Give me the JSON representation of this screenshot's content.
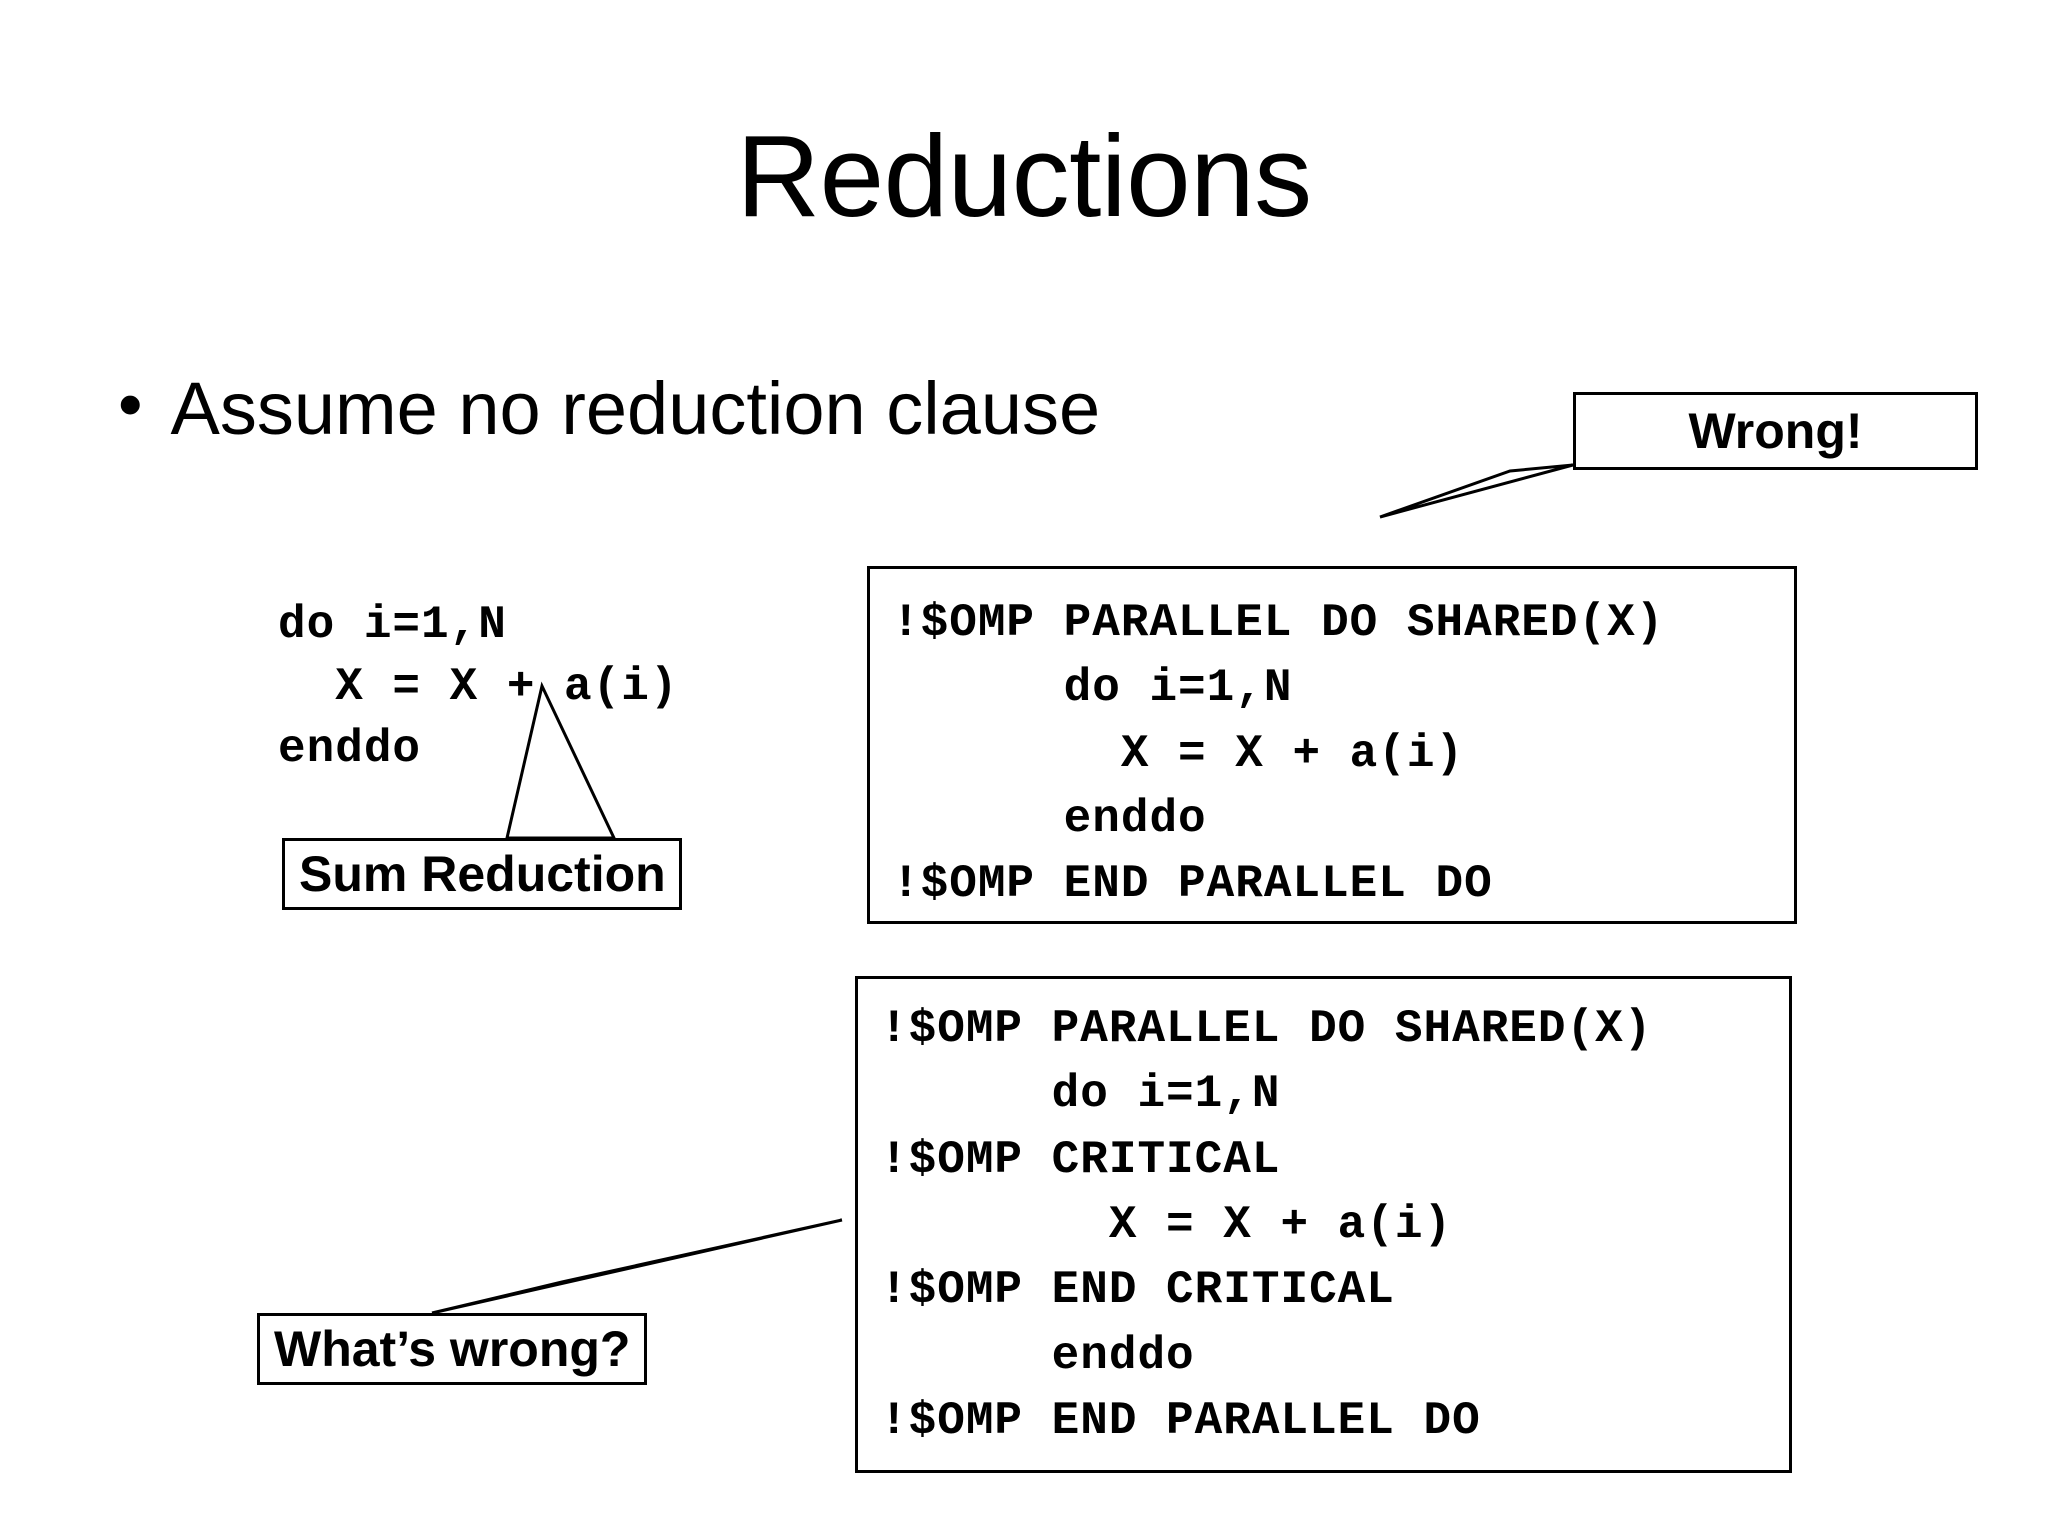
{
  "slide": {
    "title": "Reductions",
    "bullet": {
      "marker": "•",
      "text": "Assume no reduction clause"
    },
    "left_snippet": {
      "name": "sum-reduction-snippet",
      "lines": [
        "do i=1,N",
        "  X = X + a(i)",
        "enddo"
      ],
      "text": "do i=1,N\n  X = X + a(i)\nenddo"
    },
    "code_box_1": {
      "name": "openmp-parallel-do-shared-example",
      "lines": [
        "!$OMP PARALLEL DO SHARED(X)",
        "      do i=1,N",
        "        X = X + a(i)",
        "      enddo",
        "!$OMP END PARALLEL DO"
      ],
      "text": "!$OMP PARALLEL DO SHARED(X)\n      do i=1,N\n        X = X + a(i)\n      enddo\n!$OMP END PARALLEL DO"
    },
    "code_box_2": {
      "name": "openmp-critical-example",
      "lines": [
        "!$OMP PARALLEL DO SHARED(X)",
        "      do i=1,N",
        "!$OMP CRITICAL",
        "        X = X + a(i)",
        "!$OMP END CRITICAL",
        "      enddo",
        "!$OMP END PARALLEL DO"
      ],
      "text": "!$OMP PARALLEL DO SHARED(X)\n      do i=1,N\n!$OMP CRITICAL\n        X = X + a(i)\n!$OMP END CRITICAL\n      enddo\n!$OMP END PARALLEL DO"
    },
    "callouts": {
      "wrong": "Wrong!",
      "sum_reduction": "Sum Reduction",
      "whats_wrong": "What’s wrong?"
    },
    "colors": {
      "background": "#ffffff",
      "text": "#000000",
      "border": "#000000"
    }
  }
}
